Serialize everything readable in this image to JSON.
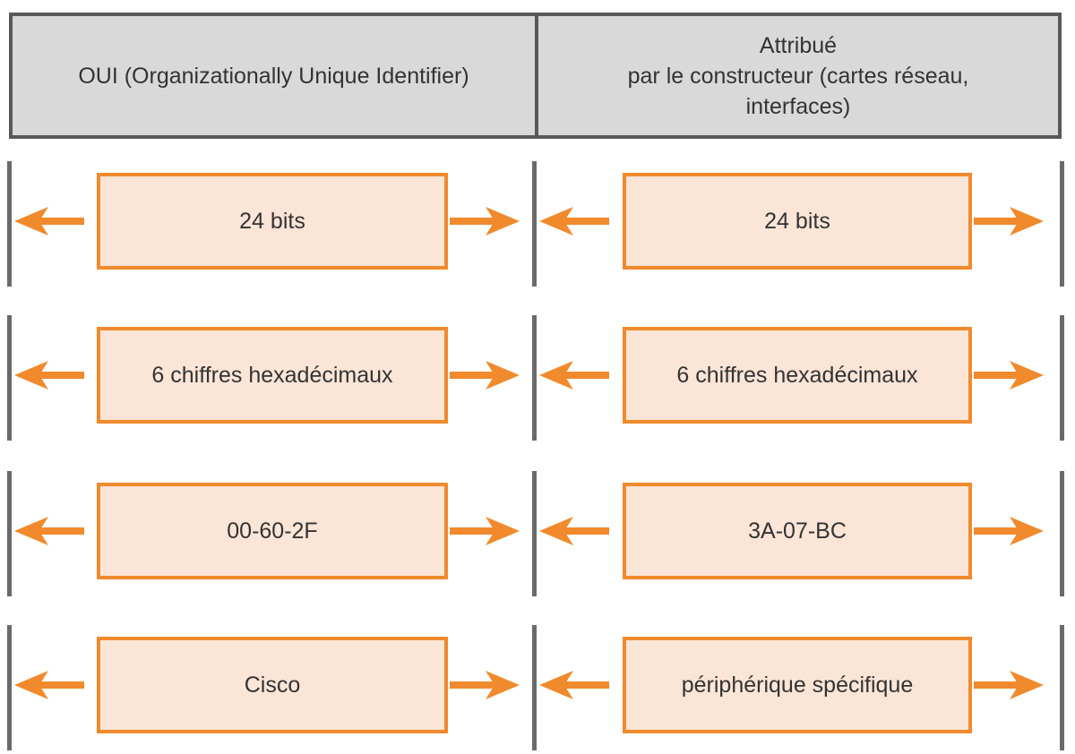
{
  "header": {
    "left_label": "OUI (Organizationally Unique Identifier)",
    "right_lines": [
      "Attribué",
      "par le constructeur (cartes réseau,",
      "interfaces)"
    ]
  },
  "rows": [
    {
      "left": "24 bits",
      "right": "24 bits"
    },
    {
      "left": "6 chiffres hexadécimaux",
      "right": "6 chiffres hexadécimaux"
    },
    {
      "left": "00-60-2F",
      "right": "3A-07-BC"
    },
    {
      "left": "Cisco",
      "right": "périphérique spécifique"
    }
  ],
  "colors": {
    "header_fill": "#d9d9d9",
    "header_border": "#595959",
    "box_fill": "#fbe5d6",
    "box_border": "#f08a2c",
    "arrow": "#f08a2c",
    "divider": "#6a6a6a"
  }
}
